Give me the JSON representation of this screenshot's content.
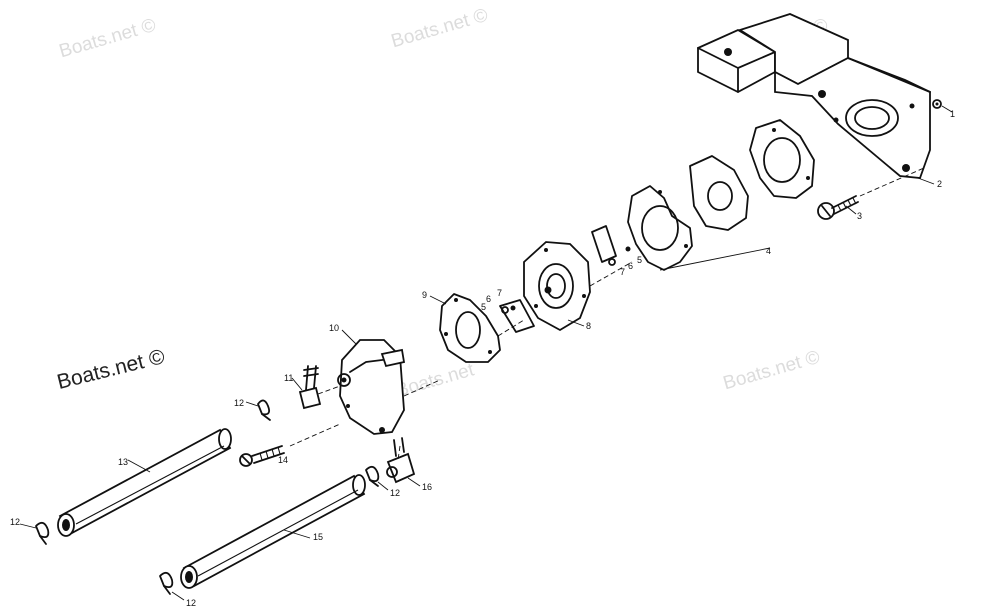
{
  "watermarks": {
    "top_left": "Boats.net ©",
    "top_center": "Boats.net ©",
    "top_right": "Boats.net ©",
    "middle_left": "Boats.net ©",
    "middle_center": "Boats.net",
    "middle_right": "Boats.net ©"
  },
  "callouts": {
    "c1": "1",
    "c2": "2",
    "c3": "3",
    "c4": "4",
    "c5a": "5",
    "c5b": "5",
    "c6a": "6",
    "c6b": "6",
    "c7a": "7",
    "c7b": "7",
    "c8": "8",
    "c9": "9",
    "c10": "10",
    "c11": "11",
    "c12a": "12",
    "c12b": "12",
    "c12c": "12",
    "c12d": "12",
    "c13": "13",
    "c14": "14",
    "c15": "15",
    "c16": "16"
  }
}
